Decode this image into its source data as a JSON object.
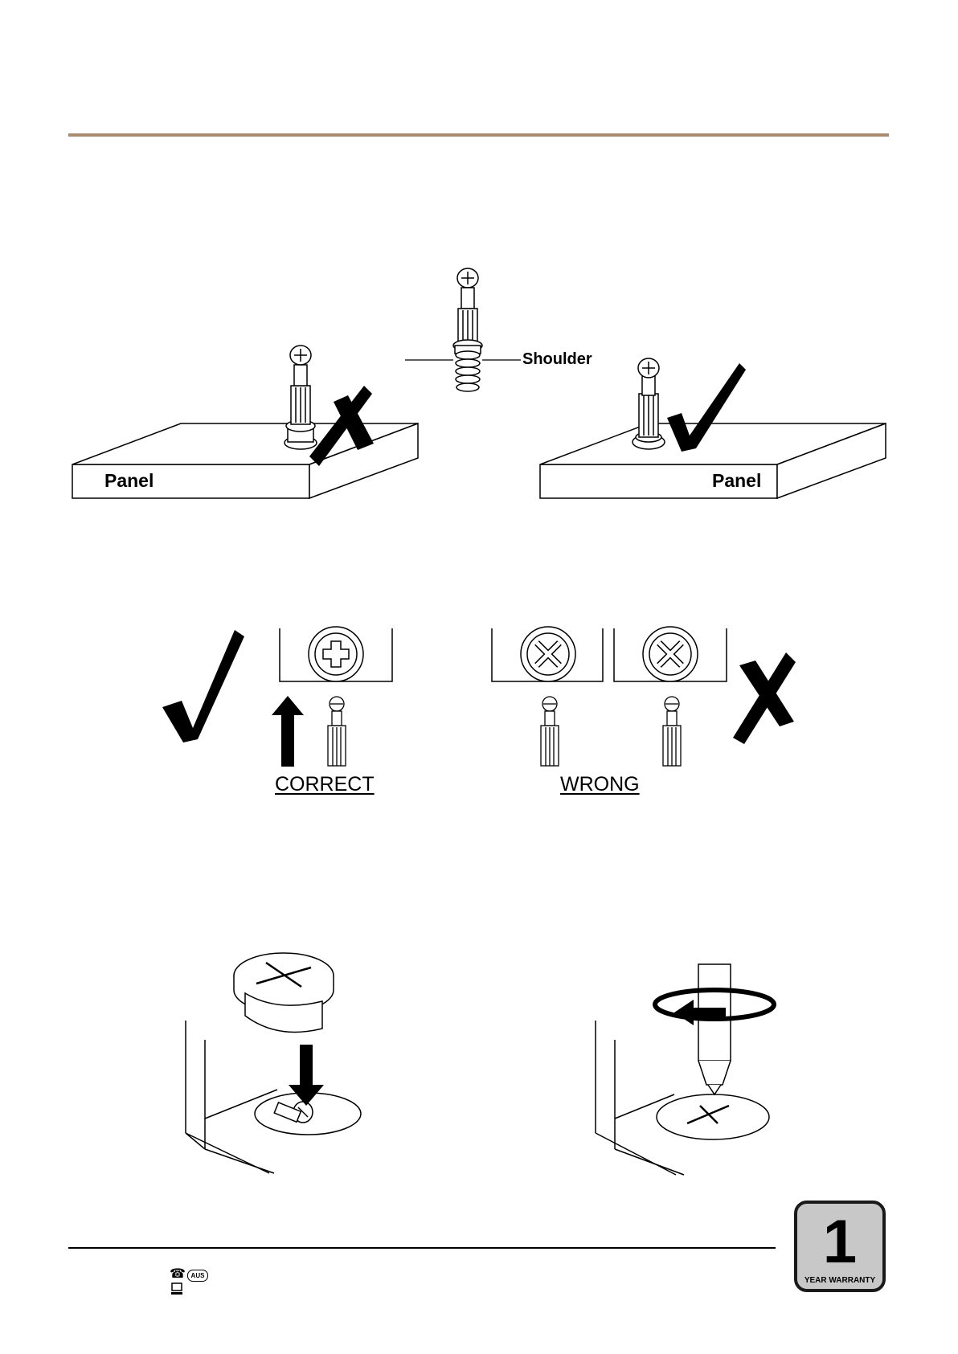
{
  "step1": {
    "left_panel_label": "Panel",
    "right_panel_label": "Panel",
    "callout_label": "Shoulder",
    "wrong_mark_icon": "cross-mark-icon",
    "right_mark_icon": "check-mark-icon"
  },
  "step2": {
    "correct_label": "CORRECT",
    "wrong_label": "WRONG"
  },
  "footer": {
    "warranty_number": "1",
    "warranty_text": "YEAR WARRANTY",
    "phone_icon": "phone-icon",
    "country_badge": "AUS",
    "computer_icon": "computer-icon"
  },
  "colors": {
    "header_rule": "#a88a6e",
    "warranty_fill": "#c8c8c8"
  }
}
